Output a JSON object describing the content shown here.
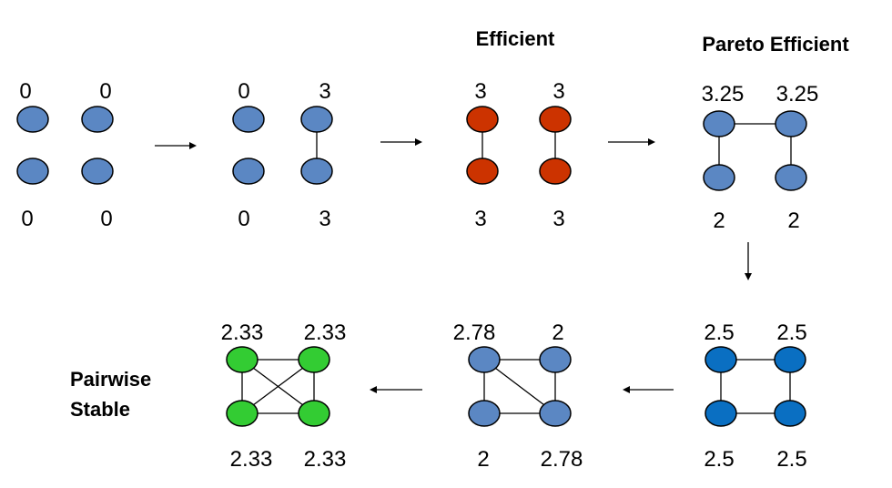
{
  "titles": {
    "efficient": "Efficient",
    "pareto": "Pareto Efficient",
    "pairwise_line1": "Pairwise",
    "pairwise_line2": "Stable"
  },
  "colors": {
    "blue": "#5b87c3",
    "red": "#cc3300",
    "bright_blue": "#0a6fc2",
    "green": "#33cc33"
  },
  "networks": [
    {
      "id": "empty",
      "color": "blue",
      "labels": {
        "tl": "0",
        "tr": "0",
        "bl": "0",
        "br": "0"
      },
      "edges": []
    },
    {
      "id": "one-link",
      "color": "blue",
      "labels": {
        "tl": "0",
        "tr": "3",
        "bl": "0",
        "br": "3"
      },
      "edges": [
        [
          "tr",
          "br"
        ]
      ]
    },
    {
      "id": "efficient",
      "color": "red",
      "labels": {
        "tl": "3",
        "tr": "3",
        "bl": "3",
        "br": "3"
      },
      "edges": [
        [
          "tl",
          "bl"
        ],
        [
          "tr",
          "br"
        ]
      ]
    },
    {
      "id": "pareto",
      "color": "blue",
      "labels": {
        "tl": "3.25",
        "tr": "3.25",
        "bl": "2",
        "br": "2"
      },
      "edges": [
        [
          "tl",
          "tr"
        ],
        [
          "tl",
          "bl"
        ],
        [
          "tr",
          "br"
        ]
      ]
    },
    {
      "id": "cycle",
      "color": "bright_blue",
      "labels": {
        "tl": "2.5",
        "tr": "2.5",
        "bl": "2.5",
        "br": "2.5"
      },
      "edges": [
        [
          "tl",
          "tr"
        ],
        [
          "tl",
          "bl"
        ],
        [
          "tr",
          "br"
        ],
        [
          "bl",
          "br"
        ]
      ]
    },
    {
      "id": "cycle-diagonal",
      "color": "blue",
      "labels": {
        "tl": "2.78",
        "tr": "2",
        "bl": "2",
        "br": "2.78"
      },
      "edges": [
        [
          "tl",
          "tr"
        ],
        [
          "tl",
          "bl"
        ],
        [
          "tr",
          "br"
        ],
        [
          "bl",
          "br"
        ],
        [
          "tl",
          "br"
        ]
      ]
    },
    {
      "id": "complete",
      "color": "green",
      "labels": {
        "tl": "2.33",
        "tr": "2.33",
        "bl": "2.33",
        "br": "2.33"
      },
      "edges": [
        [
          "tl",
          "tr"
        ],
        [
          "tl",
          "bl"
        ],
        [
          "tr",
          "br"
        ],
        [
          "bl",
          "br"
        ],
        [
          "tl",
          "br"
        ],
        [
          "tr",
          "bl"
        ]
      ]
    }
  ]
}
